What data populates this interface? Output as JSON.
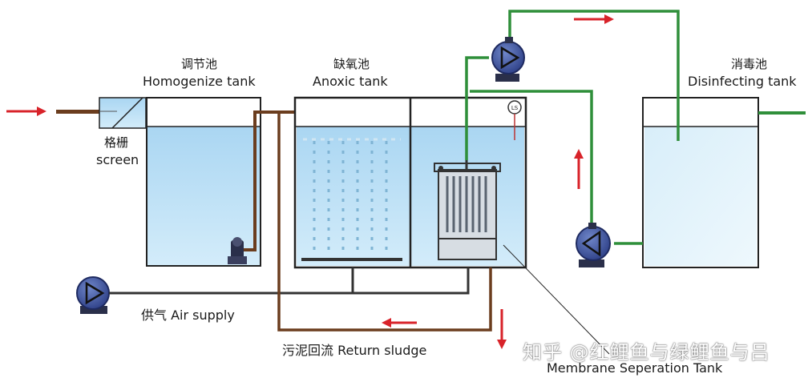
{
  "labels": {
    "homogenize_cn": "调节池",
    "homogenize_en": "Homogenize tank",
    "anoxic_cn": "缺氧池",
    "anoxic_en": "Anoxic tank",
    "disinfect_cn": "消毒池",
    "disinfect_en": "Disinfecting tank",
    "screen_cn": "格栅",
    "screen_en": "screen",
    "air_supply": "供气 Air supply",
    "return_sludge": "污泥回流 Return sludge",
    "membrane_tank": "Membrane Seperation Tank",
    "ls_sensor": "LS"
  },
  "watermark": "知乎 @红鲤鱼与绿鲤鱼与吕",
  "colors": {
    "water": "#bfe3f7",
    "tank_outline": "#222222",
    "pipe_brown": "#6b3d1e",
    "pipe_green": "#2f8f3a",
    "pipe_dark": "#333333",
    "arrow_red": "#d8232a",
    "pump_blue": "#3b55a8",
    "pump_dark": "#2a2f4a"
  },
  "icons": [
    "pump-icon",
    "flow-arrow-icon",
    "membrane-module-icon",
    "level-sensor-icon",
    "submersible-pump-icon",
    "aerator-icon",
    "screen-icon"
  ]
}
